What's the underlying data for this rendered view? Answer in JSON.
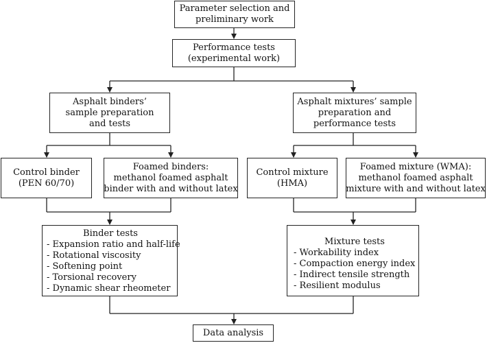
{
  "nodes": {
    "parameter_selection": {
      "lines": [
        "Parameter selection and",
        "preliminary work"
      ]
    },
    "performance_tests": {
      "lines": [
        "Performance tests",
        "(experimental work)"
      ]
    },
    "binders_prep": {
      "lines": [
        "Asphalt binders’",
        "sample preparation",
        "and tests"
      ]
    },
    "mixtures_prep": {
      "lines": [
        "Asphalt mixtures’ sample",
        "preparation and",
        "performance tests"
      ]
    },
    "control_binder": {
      "lines": [
        "Control binder",
        "(PEN 60/70)"
      ]
    },
    "foamed_binders": {
      "lines": [
        "Foamed binders:",
        "methanol foamed asphalt",
        "binder with and without latex"
      ]
    },
    "control_mixture": {
      "lines": [
        "Control mixture",
        "(HMA)"
      ]
    },
    "foamed_mixture": {
      "lines": [
        "Foamed mixture (WMA):",
        "methanol foamed asphalt",
        "mixture with and without latex"
      ]
    },
    "binder_tests": {
      "title": "Binder tests",
      "items": [
        "- Expansion ratio and half-life",
        "- Rotational viscosity",
        "- Softening point",
        "- Torsional recovery",
        "- Dynamic shear rheometer"
      ]
    },
    "mixture_tests": {
      "title": "Mixture tests",
      "items": [
        "- Workability index",
        "- Compaction energy index",
        "- Indirect tensile strength",
        "- Resilient modulus"
      ]
    },
    "data_analysis": {
      "lines": [
        "Data analysis"
      ]
    }
  },
  "colors": {
    "line": "#222222",
    "box_border": "#222222",
    "background": "#ffffff",
    "text": "#111111"
  }
}
